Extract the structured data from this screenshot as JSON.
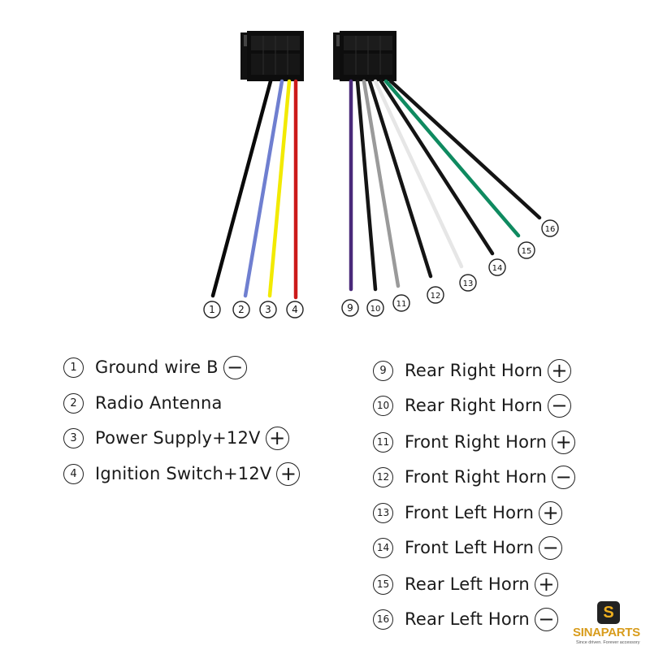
{
  "colors": {
    "connector": "#111111",
    "badge_stroke": "#222222"
  },
  "connectors": [
    {
      "id": "left-connector"
    },
    {
      "id": "right-connector"
    }
  ],
  "wires": [
    {
      "label": "1",
      "color": "#0a0a0a"
    },
    {
      "label": "2",
      "color": "#6f7fd0"
    },
    {
      "label": "3",
      "color": "#f2ea00"
    },
    {
      "label": "4",
      "color": "#cc1a1a"
    },
    {
      "label": "9",
      "color": "#4a2a7a"
    },
    {
      "label": "10",
      "color": "#141414"
    },
    {
      "label": "11",
      "color": "#9a9a9a"
    },
    {
      "label": "12",
      "color": "#141414"
    },
    {
      "label": "13",
      "color": "#e6e6e6"
    },
    {
      "label": "14",
      "color": "#141414"
    },
    {
      "label": "15",
      "color": "#0f8a60"
    },
    {
      "label": "16",
      "color": "#141414"
    }
  ],
  "legend": {
    "left": [
      {
        "num": "1",
        "label": "Ground wire B",
        "sign": "-"
      },
      {
        "num": "2",
        "label": "Radio Antenna",
        "sign": ""
      },
      {
        "num": "3",
        "label": "Power Supply+12V",
        "sign": "+"
      },
      {
        "num": "4",
        "label": "Ignition Switch+12V",
        "sign": "+"
      }
    ],
    "right": [
      {
        "num": "9",
        "label": "Rear Right Horn",
        "sign": "+"
      },
      {
        "num": "10",
        "label": "Rear Right Horn",
        "sign": "-"
      },
      {
        "num": "11",
        "label": "Front Right Horn",
        "sign": "+"
      },
      {
        "num": "12",
        "label": "Front Right Horn",
        "sign": "-"
      },
      {
        "num": "13",
        "label": "Front Left Horn",
        "sign": "+"
      },
      {
        "num": "14",
        "label": "Front Left Horn",
        "sign": "-"
      },
      {
        "num": "15",
        "label": "Rear Left Horn",
        "sign": "+"
      },
      {
        "num": "16",
        "label": "Rear Left Horn",
        "sign": "-"
      }
    ]
  },
  "logo": {
    "icon": "S",
    "name": "SINAPARTS",
    "tagline": "Since driven. Forever accessory"
  }
}
